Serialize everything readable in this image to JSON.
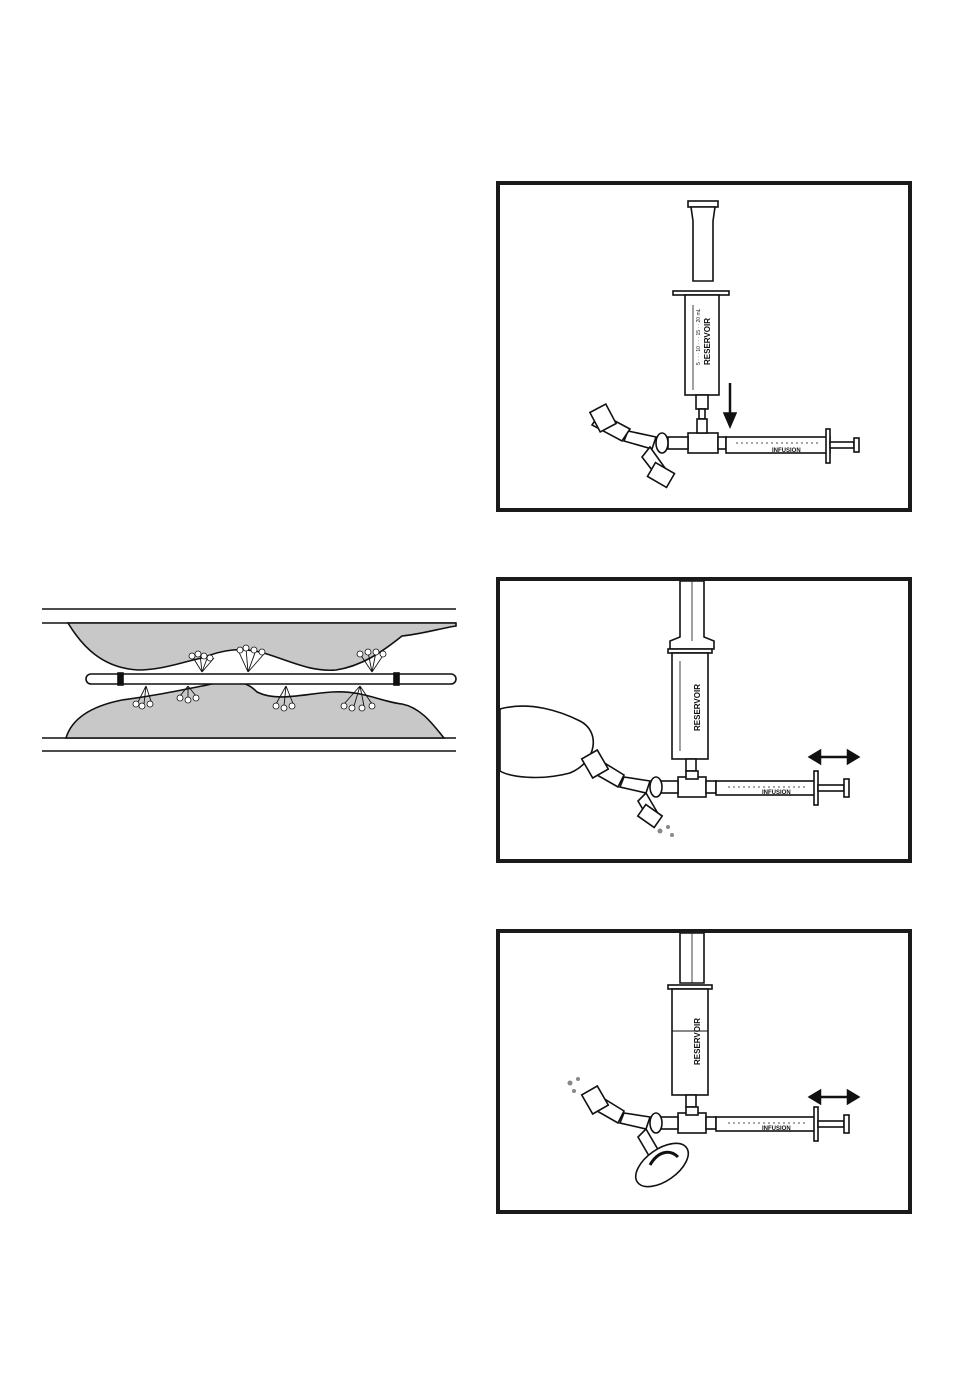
{
  "panels": [
    {
      "reservoir_label": "RESERVOIR",
      "infusion_label": "INFUSION",
      "action": "attach reservoir syringe",
      "arrow": "down-arrow"
    },
    {
      "reservoir_label": "RESERVOIR",
      "infusion_label": "INFUSION",
      "action": "aspirate / flush",
      "arrow": "double-arrow"
    },
    {
      "reservoir_label": "RESERVOIR",
      "infusion_label": "INFUSION",
      "action": "cap off and cycle",
      "arrow": "double-arrow"
    }
  ],
  "colors": {
    "line": "#111111",
    "plaque": "#c8c8c8",
    "background": "#ffffff"
  }
}
